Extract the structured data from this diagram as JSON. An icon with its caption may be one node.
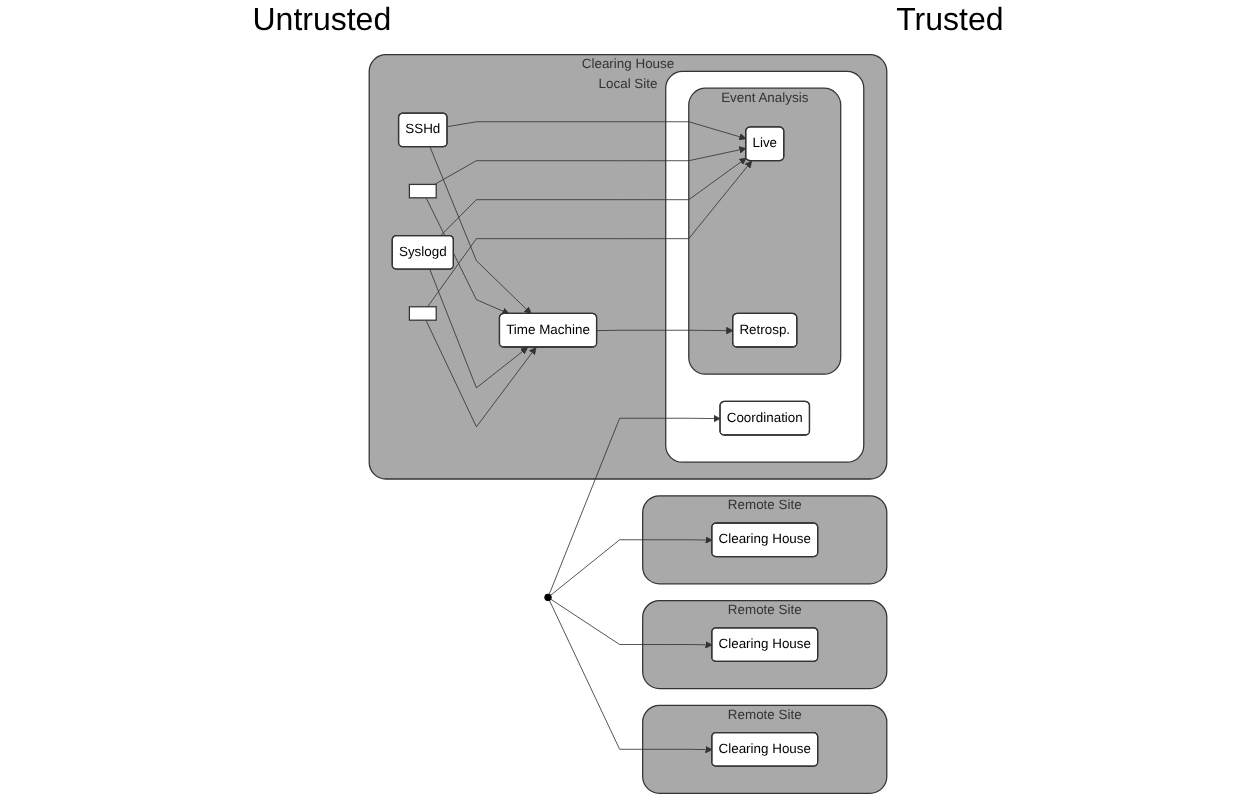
{
  "diagram": {
    "nodes": [
      {
        "text": [
          "Remote Site"
        ]
      },
      {
        "text": [
          "Clearing House"
        ],
        "in": 0
      },
      {
        "text": [
          "Remote Site"
        ]
      },
      {
        "text": [
          "Clearing House"
        ],
        "in": 2
      },
      {
        "text": [
          "Remote Site"
        ]
      },
      {
        "text": [
          "Clearing House"
        ],
        "in": 4
      },
      {
        "text": [],
        "shape": "circle"
      },
      {
        "text": [
          "Clearing House",
          "Local Site"
        ]
      },
      {
        "text": [],
        "shape": "box",
        "in": 7
      },
      {
        "text": [
          "Coordination"
        ],
        "in": 8
      },
      {
        "text": [
          "Event Analysis"
        ],
        "in": 8
      },
      {
        "text": [
          "Live"
        ],
        "in": 10
      },
      {
        "text": [
          "Retrosp."
        ],
        "in": 10
      },
      {
        "text": [
          "SSHd"
        ],
        "in": 7
      },
      {
        "text": [],
        "shape": "box",
        "in": 7
      },
      {
        "text": [
          "Syslogd"
        ],
        "in": 7
      },
      {
        "text": [],
        "shape": "box",
        "in": 7
      },
      {
        "text": [
          "Time Machine"
        ],
        "in": 7
      }
    ],
    "edges": [
      {
        "from": 6,
        "to": 1,
        "arrow": "to"
      },
      {
        "from": 6,
        "to": 3,
        "arrow": "to"
      },
      {
        "from": 6,
        "to": 5,
        "arrow": "to"
      },
      {
        "from": 6,
        "to": 9,
        "arrow": "to"
      },
      {
        "from": 13,
        "to": 11,
        "arrow": "to"
      },
      {
        "from": 14,
        "to": 11,
        "arrow": "to"
      },
      {
        "from": 15,
        "to": 11,
        "arrow": "to"
      },
      {
        "from": 16,
        "to": 11,
        "arrow": "to"
      },
      {
        "from": 13,
        "to": 17,
        "arrow": "to"
      },
      {
        "from": 14,
        "to": 17,
        "arrow": "to"
      },
      {
        "from": 15,
        "to": 17,
        "arrow": "to"
      },
      {
        "from": 16,
        "to": 17,
        "arrow": "to"
      },
      {
        "from": 17,
        "to": 12,
        "arrow": "to"
      }
    ],
    "labels": [
      "Untrusted",
      "Trusted"
    ]
  }
}
